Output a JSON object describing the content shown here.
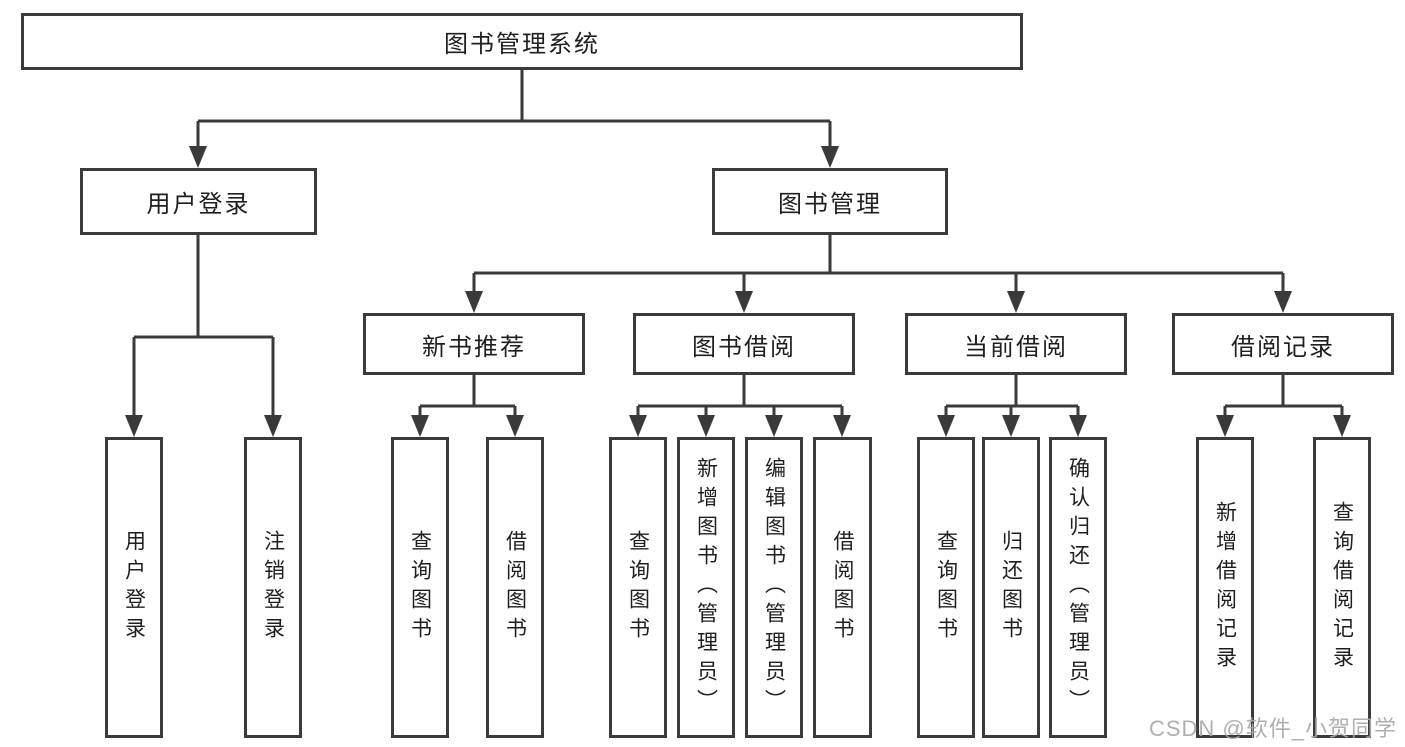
{
  "colors": {
    "line": "#3a3a3a",
    "border": "#3a3a3a",
    "text": "#1f1f1f",
    "box_fill": "#ffffff",
    "background": "#ffffff",
    "watermark": "#a8a8a8"
  },
  "diagram": {
    "title": "图书管理系统",
    "level2": {
      "left": "用户登录",
      "right": "图书管理"
    },
    "user_children": [
      "用户登录",
      "注销登录"
    ],
    "modules": [
      {
        "label": "新书推荐",
        "children": [
          "查询图书",
          "借阅图书"
        ]
      },
      {
        "label": "图书借阅",
        "children": [
          "查询图书",
          "新增图书（管理员）",
          "编辑图书（管理员）",
          "借阅图书"
        ]
      },
      {
        "label": "当前借阅",
        "children": [
          "查询图书",
          "归还图书",
          "确认归还（管理员）"
        ]
      },
      {
        "label": "借阅记录",
        "children": [
          "新增借阅记录",
          "查询借阅记录"
        ]
      }
    ]
  },
  "watermark": {
    "text": "CSDN @软件_小贺同学"
  }
}
